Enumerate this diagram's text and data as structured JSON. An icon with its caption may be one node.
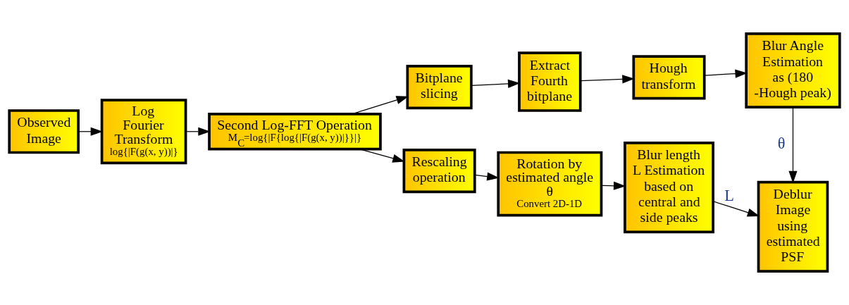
{
  "diagram": {
    "nodes": [
      {
        "text": [
          "Observed Image"
        ]
      },
      {
        "text": [
          "Log Fourier Transform",
          "log{|F(g(x, y))|}"
        ]
      },
      {
        "text": [
          "Second Log-FFT Operation",
          "M$_{C}$=log{|F{log{|F(g(x, y))|}}|}"
        ]
      },
      {
        "text": [
          "Bitplane slicing"
        ]
      },
      {
        "text": [
          "Extract Fourth bitplane"
        ]
      },
      {
        "text": [
          "Hough transform"
        ]
      },
      {
        "text": [
          "Blur Angle Estimation as (180 -Hough peak)"
        ]
      },
      {
        "text": [
          "Rescaling operation"
        ]
      },
      {
        "text": [
          "Rotation by estimated angle θ",
          "Convert 2D-1D"
        ]
      },
      {
        "text": [
          "Blur length L Estimation based on central and side peaks"
        ]
      },
      {
        "text": [
          "Deblur Image using estimated PSF"
        ]
      }
    ],
    "edges": [
      {
        "from": 0,
        "to": 1,
        "arrow": "to"
      },
      {
        "from": 1,
        "to": 2,
        "arrow": "to"
      },
      {
        "from": 2,
        "to": 3,
        "arrow": "to"
      },
      {
        "from": 2,
        "to": 7,
        "arrow": "to"
      },
      {
        "from": 3,
        "to": 4,
        "arrow": "to"
      },
      {
        "from": 4,
        "to": 5,
        "arrow": "to"
      },
      {
        "from": 5,
        "to": 6,
        "arrow": "to"
      },
      {
        "from": 6,
        "to": 10,
        "arrow": "to",
        "label": "θ"
      },
      {
        "from": 7,
        "to": 8,
        "arrow": "to"
      },
      {
        "from": 8,
        "to": 9,
        "arrow": "to"
      },
      {
        "from": 9,
        "to": 10,
        "arrow": "to",
        "label": "L"
      }
    ]
  }
}
